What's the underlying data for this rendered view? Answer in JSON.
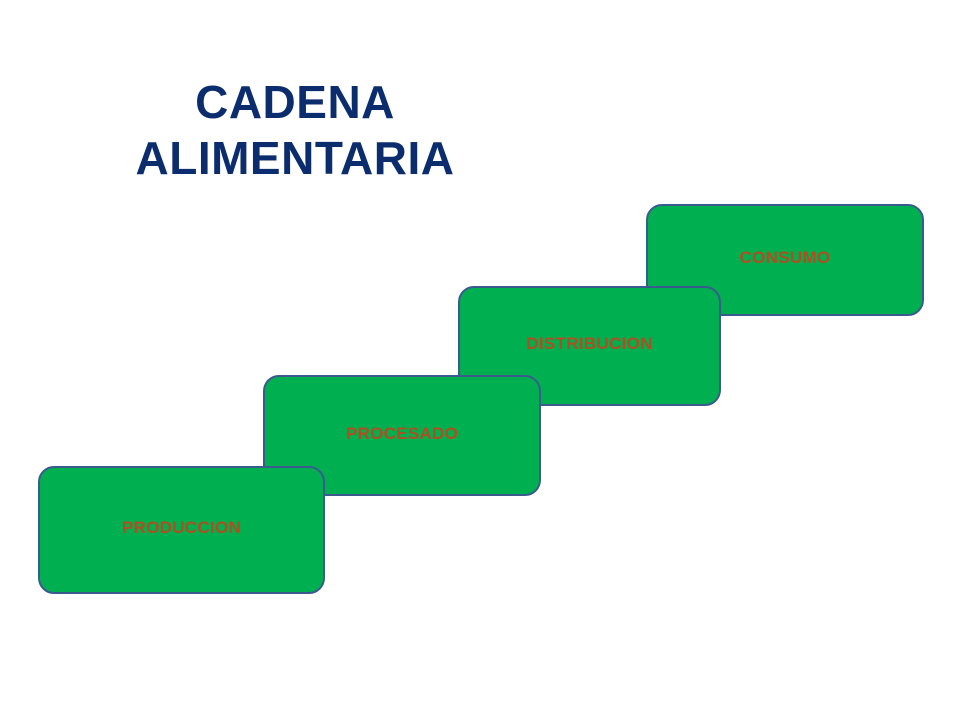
{
  "title": {
    "line1": "CADENA",
    "line2": "ALIMENTARIA"
  },
  "steps": [
    {
      "label": "PRODUCCION"
    },
    {
      "label": "PROCESADO"
    },
    {
      "label": "DISTRIBUCION"
    },
    {
      "label": "CONSUMO"
    }
  ],
  "colors": {
    "title": "#0b2d6e",
    "step_fill": "#00b050",
    "step_border": "#3b5b8f",
    "step_text": "#b34d1e",
    "background": "#ffffff"
  }
}
